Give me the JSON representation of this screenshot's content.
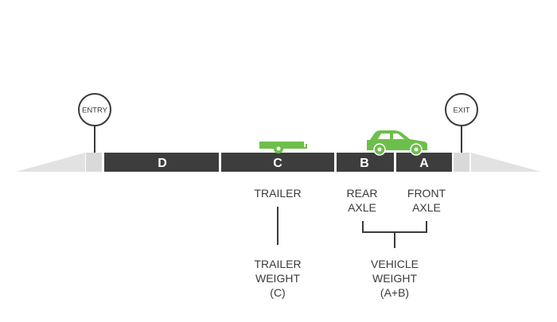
{
  "signs": {
    "entry": "ENTRY",
    "exit": "EXIT"
  },
  "segments": {
    "d": "D",
    "c": "C",
    "b": "B",
    "a": "A"
  },
  "labels": {
    "trailer": "TRAILER",
    "rear_axle": [
      "REAR",
      "AXLE"
    ],
    "front_axle": [
      "FRONT",
      "AXLE"
    ],
    "trailer_weight": [
      "TRAILER",
      "WEIGHT",
      "(C)"
    ],
    "vehicle_weight": [
      "VEHICLE",
      "WEIGHT",
      "(A+B)"
    ]
  },
  "colors": {
    "road": "#3d3d3d",
    "pad": "#d9d9d9",
    "ramp": "#e2e2e2",
    "vehicle": "#6cbf4a",
    "line": "#3a3a3a"
  },
  "icons": {
    "car": "car-icon",
    "trailer": "trailer-icon"
  }
}
